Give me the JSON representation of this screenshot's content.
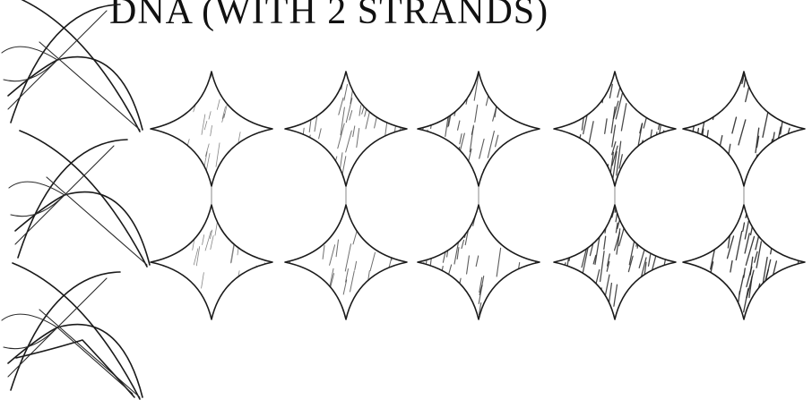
{
  "title": "DNA (WITH 2 STRANDS)",
  "colors": {
    "ink": "#1a1a1a",
    "paper": "#ffffff"
  },
  "diagram": {
    "kind": "hand-drawn stitch pattern sketch",
    "left_construction": {
      "description": "overlapping arcs with crossing diagonal lines",
      "repeats": 3
    },
    "cells": {
      "rows": 2,
      "columns": 5,
      "shape": "four-pointed concave star",
      "shading": "pencil hatching, density increasing left to right",
      "hatch_density_by_column": [
        0.35,
        0.55,
        0.7,
        0.85,
        0.95
      ]
    }
  }
}
